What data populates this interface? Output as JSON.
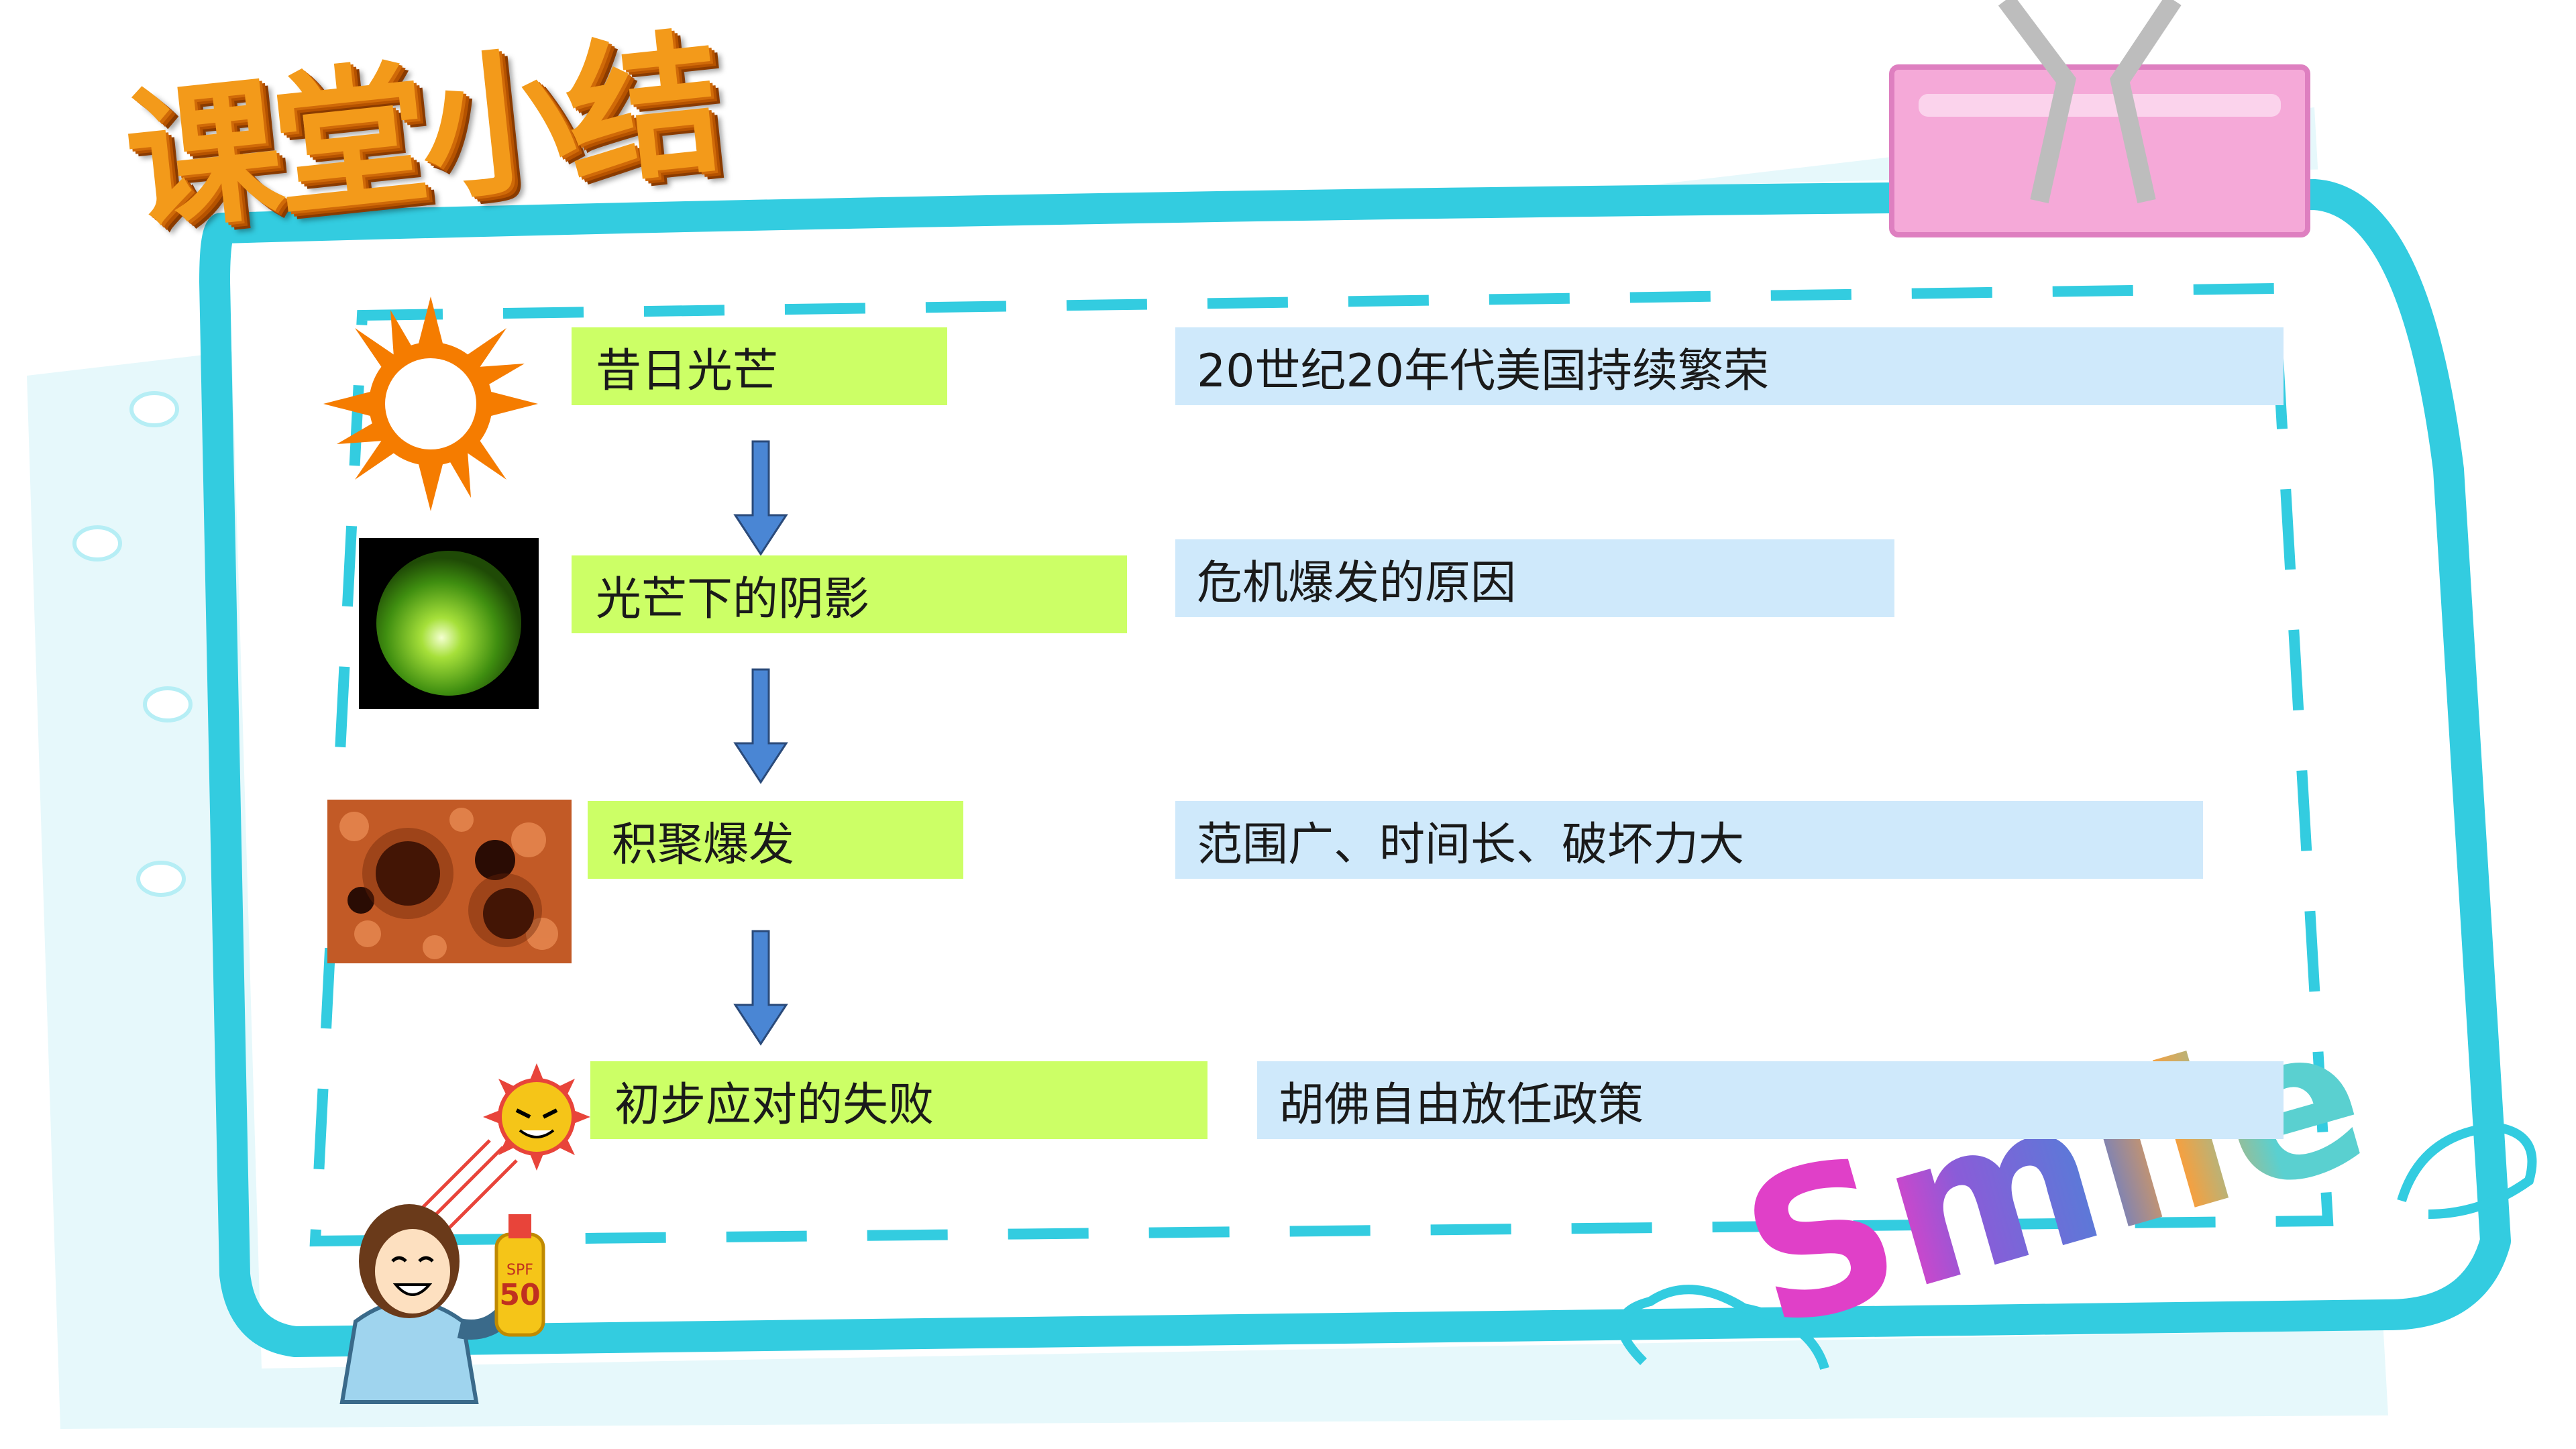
{
  "title": "课堂小结",
  "decoration": {
    "smile_text": "Smile",
    "spf_text": "SPF",
    "spf_number": "50"
  },
  "colors": {
    "frame": "#33cce0",
    "green_box": "#ccff66",
    "blue_box": "#cfe9fb",
    "arrow": "#4a86d4",
    "title": "#f39a1a"
  },
  "rows": [
    {
      "stage": "昔日光芒",
      "description": "20世纪20年代美国持续繁荣",
      "icon": "sun-icon"
    },
    {
      "stage": "光芒下的阴影",
      "description": "危机爆发的原因",
      "icon": "green-sun-photo-icon"
    },
    {
      "stage": "积聚爆发",
      "description": "范围广、时间长、破坏力大",
      "icon": "sunspot-photo-icon"
    },
    {
      "stage": "初步应对的失败",
      "description": "胡佛自由放任政策",
      "icon": "girl-sunscreen-icon"
    }
  ]
}
